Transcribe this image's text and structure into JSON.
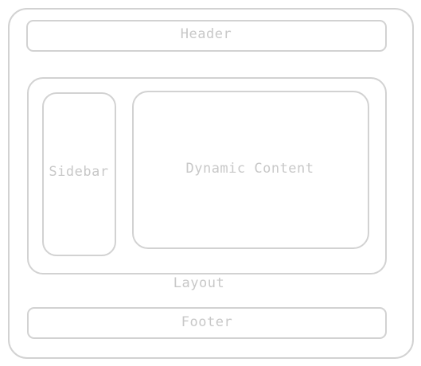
{
  "diagram": {
    "header_label": "Header",
    "sidebar_label": "Sidebar",
    "content_label": "Dynamic Content",
    "layout_label": "Layout",
    "footer_label": "Footer",
    "stroke_color": "#d2d2d2",
    "text_color": "#c8c8c8"
  }
}
